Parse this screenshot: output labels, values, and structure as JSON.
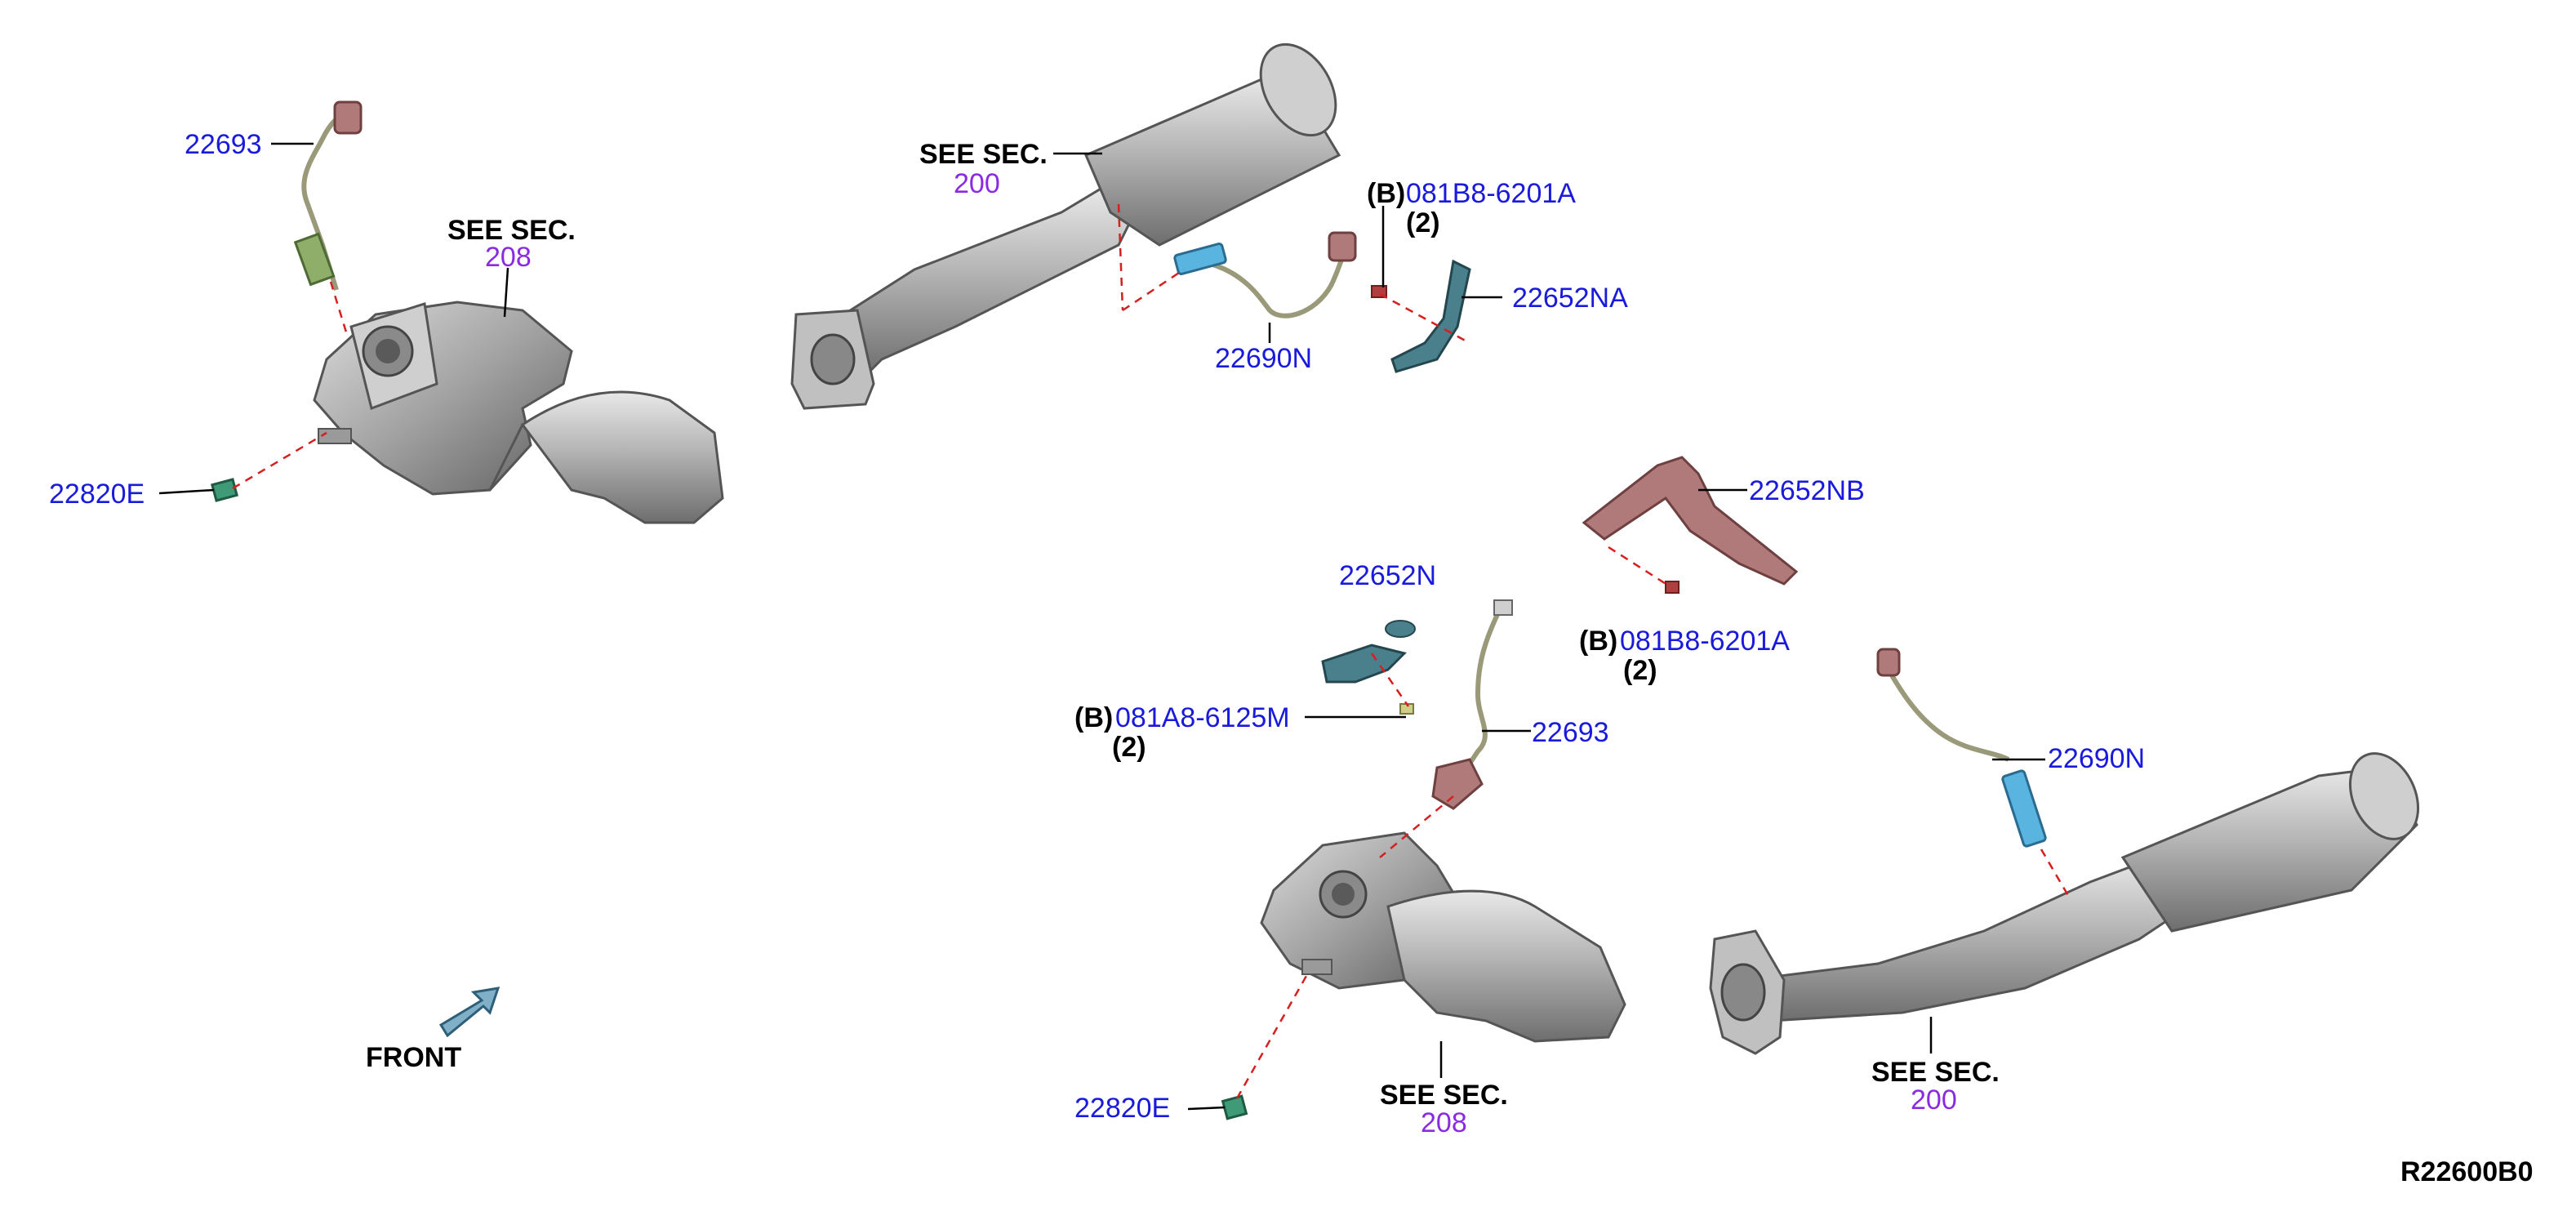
{
  "diagram": {
    "code": "R22600B0",
    "front_label": "FRONT",
    "see_sec": "SEE SEC.",
    "labels": {
      "p22693_top": "22693",
      "see208_top_num": "208",
      "p22820e_top": "22820E",
      "see200_top_num": "200",
      "b_top": "(B)",
      "p081b8_top": "081B8-6201A",
      "qty_top": "(2)",
      "p22652na": "22652NA",
      "p22690n_top": "22690N",
      "p22652nb": "22652NB",
      "p22652n": "22652N",
      "b_mid": "(B)",
      "p081b8_mid": "081B8-6201A",
      "qty_mid": "(2)",
      "b_lower": "(B)",
      "p081a8": "081A8-6125M",
      "qty_lower": "(2)",
      "p22693_bottom": "22693",
      "p22690n_bottom": "22690N",
      "p22820e_bottom": "22820E",
      "see208_bottom_num": "208",
      "see200_bottom_num": "200"
    },
    "colors": {
      "label": "#1a1adc",
      "section": "#8a2be2",
      "leader": "#000000",
      "dashed": "#d62020",
      "metal": "#a9a9a9",
      "sensor_blue": "#5ab4e0",
      "sensor_green": "#8fae6a",
      "bracket_red": "#b07a7a",
      "bracket_teal": "#4a7f8c"
    }
  }
}
